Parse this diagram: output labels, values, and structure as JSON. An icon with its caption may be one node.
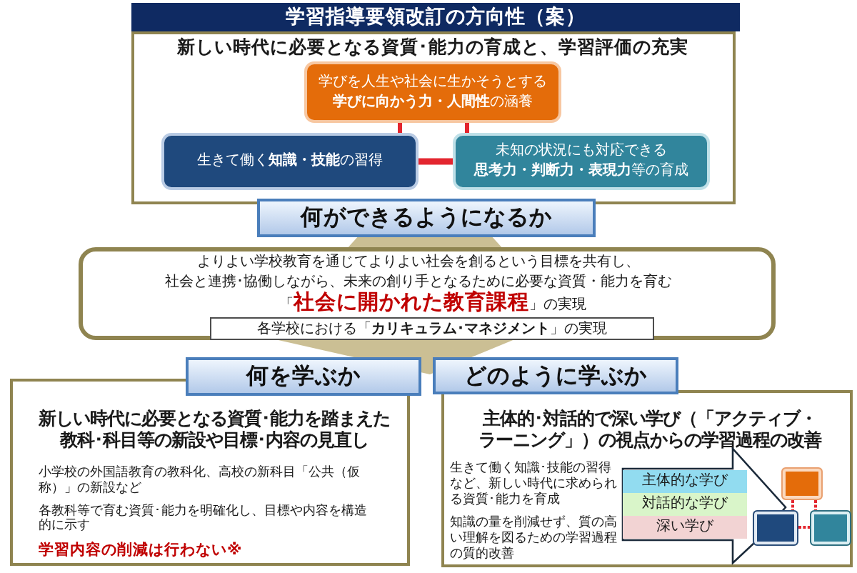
{
  "diagram": {
    "title": "学習指導要領改訂の方向性（案）",
    "nodes": [
      {
        "text": [
          "新しい時代に必要となる資質･能力の育成と、学習評価の充実"
        ]
      },
      {
        "text": [
          "学びを人生や社会に生かそうとする**学びに向かう力・人間性**の涵養"
        ],
        "in": 0
      },
      {
        "text": [
          "生きて働く**知識・技能**の習得"
        ],
        "in": 0
      },
      {
        "text": [
          "未知の状況にも対応できる**思考力・判断力・表現力**等の育成"
        ],
        "in": 0
      },
      {
        "text": [
          "何ができるようになるか"
        ]
      },
      {
        "text": [
          "よりよい学校教育を通じてよりよい社会を創るという目標を共有し、社会と連携･協働しながら、未来の創り手となるために必要な資質・能力を育む",
          "「**社会に開かれた教育課程**」の実現"
        ]
      },
      {
        "text": [
          "各学校における「**カリキュラム･マネジメント**」の実現"
        ],
        "in": 5
      },
      {
        "text": [
          "何を学ぶか"
        ]
      },
      {
        "text": [
          "新しい時代に必要となる資質･能力を踏まえた教科･科目等の新設や目標･内容の見直し",
          "小学校の外国語教育の教科化、高校の新科目「公共（仮称）」の新設など",
          "各教科等で育む資質･能力を明確化し、目標や内容を構造的に示す",
          "学習内容の削減は行わない※"
        ]
      },
      {
        "text": [
          "どのように学ぶか"
        ]
      },
      {
        "text": [
          "主体的･対話的で深い学び（「アクティブ・ラーニング」）の視点からの学習過程の改善",
          "生きて働く知識･技能の習得など、新しい時代に求められる資質･能力を育成",
          "知識の量を削減せず、質の高い理解を図るための学習過程の質的改善"
        ]
      },
      {
        "text": [],
        "shape": "callout",
        "in": 10
      },
      {
        "text": [
          "主体的な学び"
        ],
        "in": 11
      },
      {
        "text": [
          "対話的な学び"
        ],
        "in": 11
      },
      {
        "text": [
          "深い学び"
        ],
        "in": 11
      },
      {
        "text": [],
        "shape": "box",
        "in": 10
      },
      {
        "text": [],
        "shape": "box",
        "in": 10
      },
      {
        "text": [],
        "shape": "box",
        "in": 10
      }
    ],
    "edges": [
      {
        "from": 1,
        "to": 2,
        "arrow": "none"
      },
      {
        "from": 1,
        "to": 3,
        "arrow": "none"
      },
      {
        "from": 2,
        "to": 3,
        "arrow": "none",
        "style": "thick"
      },
      {
        "from": 15,
        "to": 16,
        "arrow": "none",
        "style": "dashed"
      },
      {
        "from": 15,
        "to": 17,
        "arrow": "none",
        "style": "dashed"
      },
      {
        "from": 16,
        "to": 17,
        "arrow": "none",
        "style": "dashed"
      }
    ]
  }
}
